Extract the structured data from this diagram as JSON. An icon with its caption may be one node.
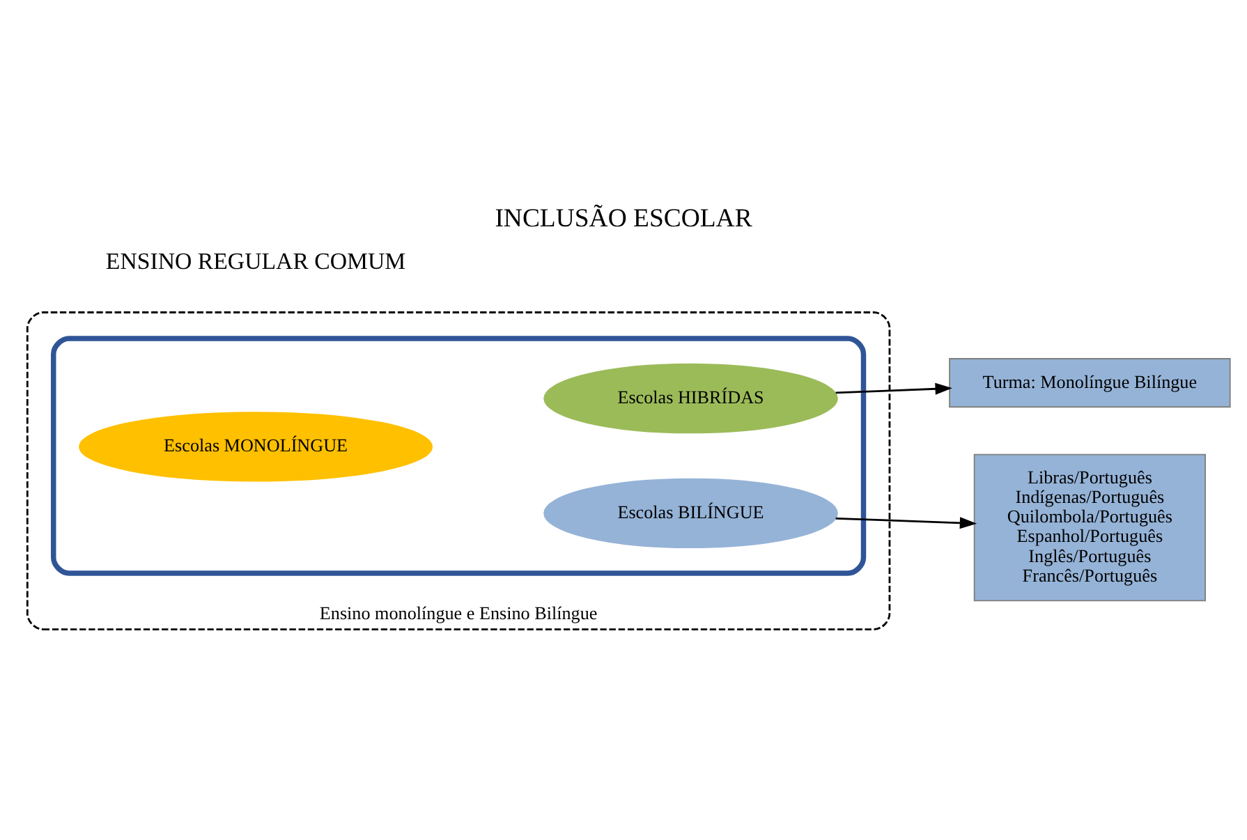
{
  "diagram": {
    "title": "INCLUSÃO ESCOLAR",
    "nodes": [
      {
        "text": [
          "Ensino monolíngue e Ensino Bilíngue"
        ]
      },
      {
        "text": [],
        "shape": "ellipse",
        "in": 0
      },
      {
        "text": [
          "Escolas MONOLÍNGUE"
        ],
        "in": 1
      },
      {
        "text": [
          "Escolas HIBRÍDAS"
        ],
        "in": 1
      },
      {
        "text": [
          "Escolas BILÍNGUE"
        ],
        "in": 1
      },
      {
        "text": [
          "Turma: Monolíngue Bilíngue"
        ]
      },
      {
        "text": [
          "Libras/Português",
          "Indígenas/Português",
          "Quilombola/Português",
          "Espanhol/Português",
          "Inglês/Português",
          "Francês/Português"
        ]
      }
    ],
    "edges": [
      {
        "from": 3,
        "to": 5,
        "arrow": "to"
      },
      {
        "from": 4,
        "to": 6,
        "arrow": "to"
      }
    ],
    "labels": [
      "ENSINO REGULAR COMUM"
    ]
  }
}
